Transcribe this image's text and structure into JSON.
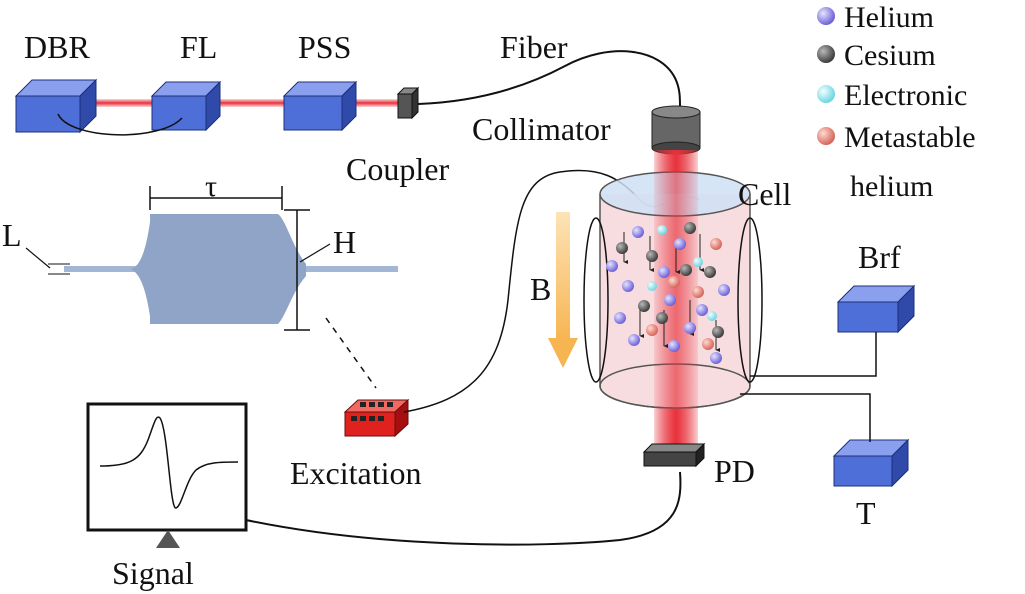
{
  "labels": {
    "dbr": "DBR",
    "fl": "FL",
    "pss": "PSS",
    "fiber": "Fiber",
    "coupler": "Coupler",
    "collimator": "Collimator",
    "tau": "τ",
    "L": "L",
    "H": "H",
    "cell": "Cell",
    "B": "B",
    "brf": "Brf",
    "T": "T",
    "pd": "PD",
    "excitation": "Excitation",
    "signal": "Signal"
  },
  "legend": [
    {
      "label": "Helium",
      "color": "#8f86e8"
    },
    {
      "label": "Cesium",
      "color": "#5d5d5d"
    },
    {
      "label": "Electronic",
      "color": "#9ee6ee"
    },
    {
      "label": "Metastable",
      "color": "#e07f74"
    },
    {
      "label": "helium",
      "color": ""
    }
  ],
  "colors": {
    "box_face": "#4f6fd8",
    "box_top": "#8aa0ee",
    "box_side": "#2f4aa8",
    "laser": "#e8323c",
    "waveform": "#8fa4c6",
    "cell_fill": "#f6d2d6",
    "cell_top": "#cfe0f5",
    "b_arrow": "#f9c878",
    "excitation_red": "#e0221f"
  }
}
